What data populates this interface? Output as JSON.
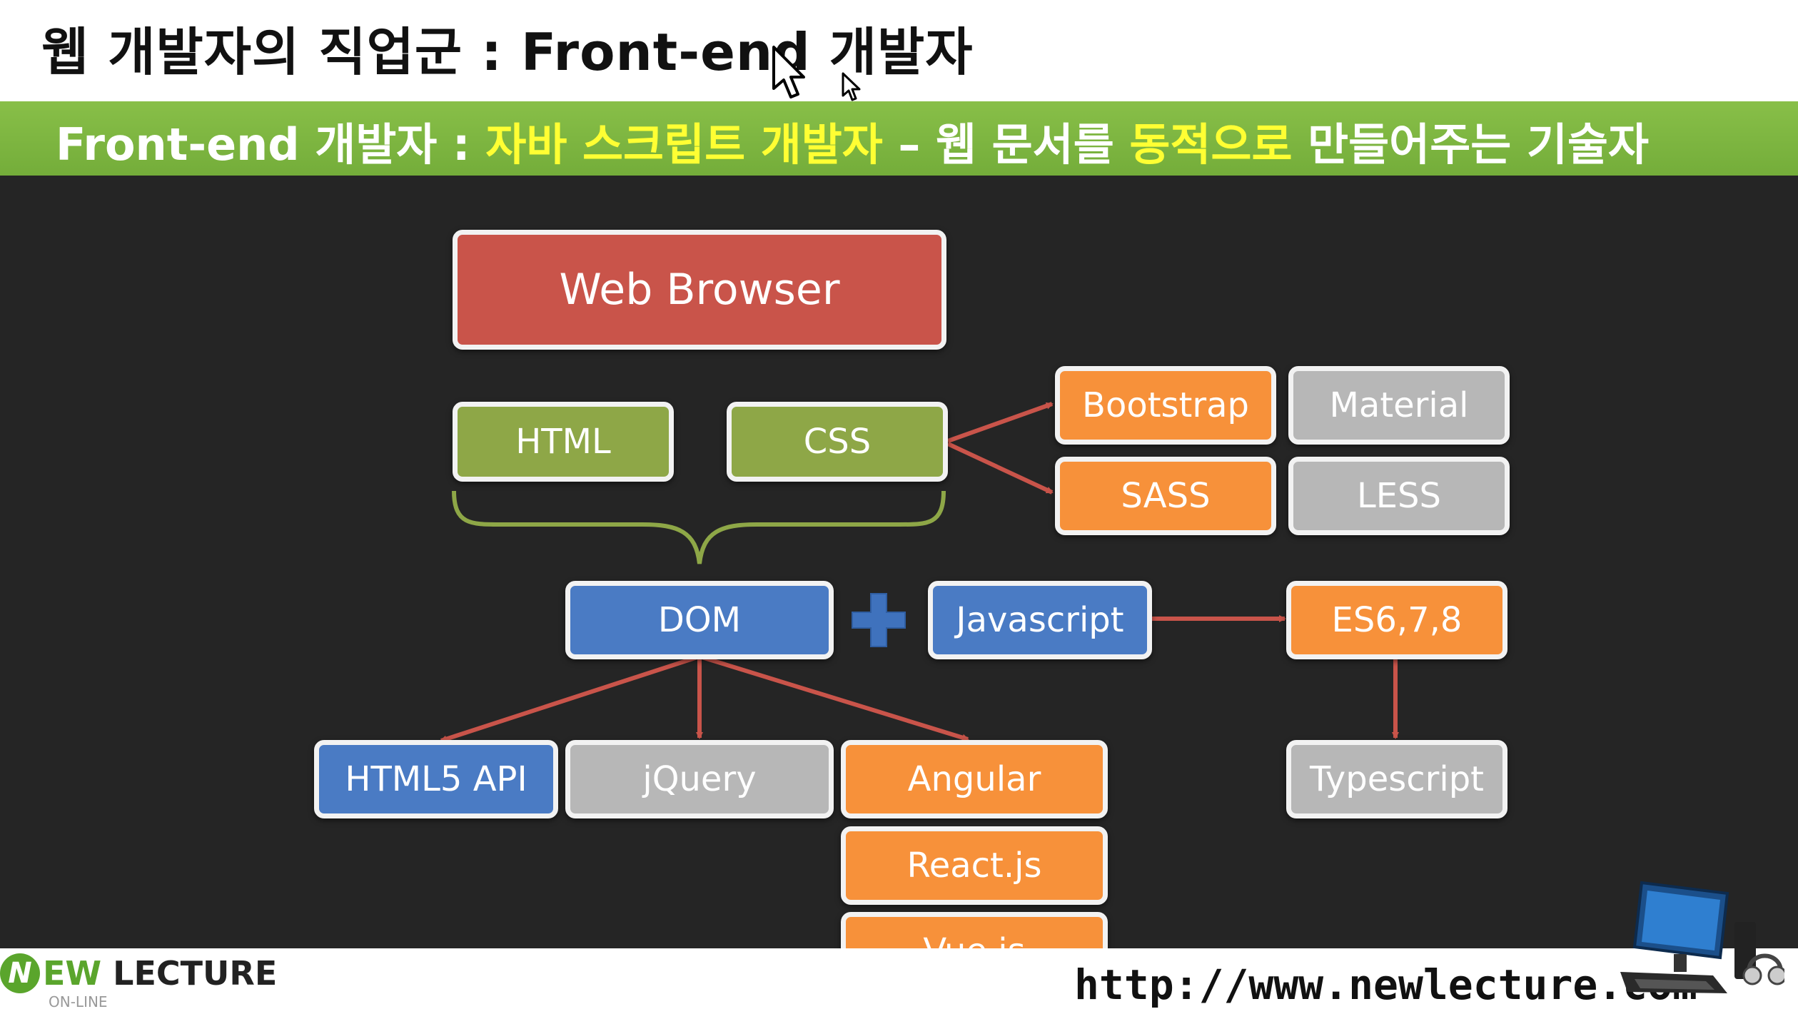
{
  "header": {
    "title": "웹 개발자의 직업군 : Front-end 개발자"
  },
  "subtitle": {
    "part1": "Front-end 개발자 : ",
    "part2": "자바 스크립트 개발자",
    "part3": " – 웹 문서를 ",
    "part4": "동적으로",
    "part5": " 만들어주는 기술자"
  },
  "diagram": {
    "web_browser": "Web Browser",
    "html": "HTML",
    "css": "CSS",
    "bootstrap": "Bootstrap",
    "material": "Material",
    "sass": "SASS",
    "less": "LESS",
    "dom": "DOM",
    "javascript": "Javascript",
    "es": "ES6,7,8",
    "html5_api": "HTML5 API",
    "jquery": "jQuery",
    "angular": "Angular",
    "react": "React.js",
    "vue": "Vue.js",
    "typescript": "Typescript"
  },
  "colors": {
    "red": "#c9544a",
    "olive": "#8ea747",
    "orange": "#f7913a",
    "gray": "#b7b7b7",
    "blue": "#4a7bc4",
    "arrow": "#c9544a",
    "green_bar": "#7cb342",
    "highlight": "#ffff33"
  },
  "footer": {
    "logo_n": "N",
    "logo_ew": "EW",
    "logo_lecture": "LECTURE",
    "logo_online": "ON-LINE",
    "url": "http://www.newlecture.com"
  },
  "icons": [
    "plus-icon",
    "mouse-cursor-icon",
    "computer-icon",
    "headset-icon"
  ]
}
